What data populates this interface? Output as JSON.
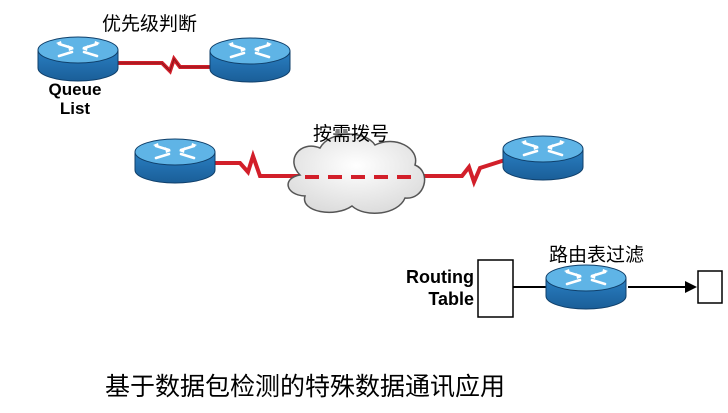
{
  "labels": {
    "priority": "优先级判断",
    "queue_line1": "Queue",
    "queue_line2": "List",
    "dial_on_demand": "按需拨号",
    "route_filter": "路由表过滤",
    "routing_line1": "Routing",
    "routing_line2": "Table",
    "caption": "基于数据包检测的特殊数据通讯应用"
  },
  "icons": [
    "router-icon",
    "cloud-icon",
    "serial-link-icon",
    "box-icon",
    "arrow-icon"
  ],
  "colors": {
    "router_body": "#2e86c8",
    "router_top": "#5fb4e6",
    "router_bottom": "#1d5f95",
    "serial_link": "#d21f2a",
    "cloud_fill": "#e8e8e8",
    "cloud_stroke": "#555555",
    "line": "#000000"
  }
}
